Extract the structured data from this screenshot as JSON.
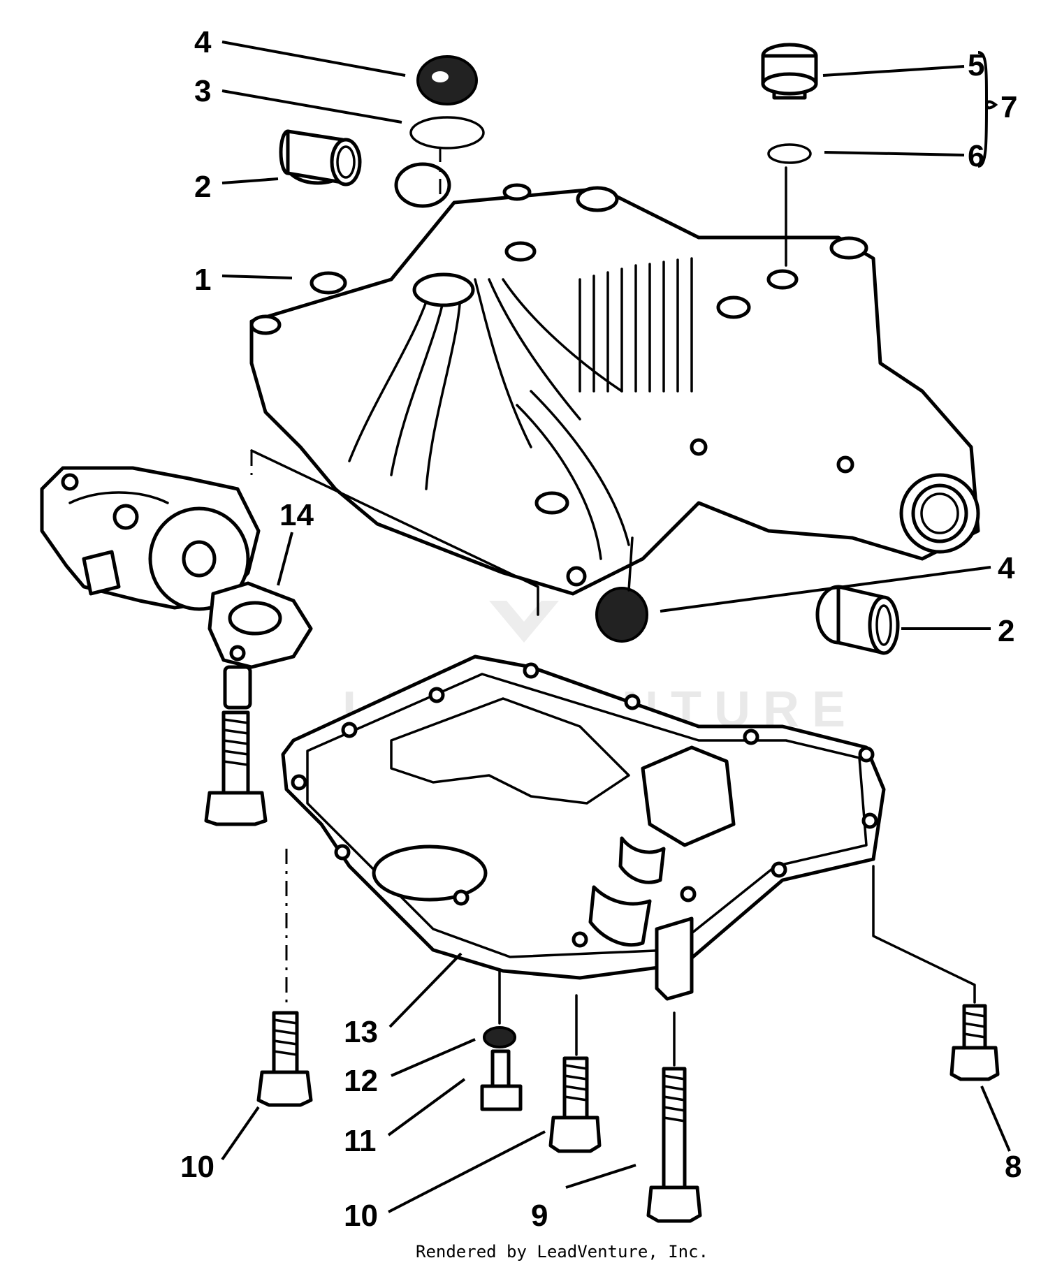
{
  "diagram": {
    "watermark": "LEADVENTURE",
    "credit": "Rendered by LeadVenture, Inc.",
    "callouts": {
      "c1": "1",
      "c2_top": "2",
      "c2_right": "2",
      "c3": "3",
      "c4_top": "4",
      "c4_mid": "4",
      "c5": "5",
      "c6": "6",
      "c7": "7",
      "c8": "8",
      "c9": "9",
      "c10_left": "10",
      "c10_bottom": "10",
      "c11": "11",
      "c12": "12",
      "c13": "13",
      "c14": "14"
    }
  }
}
